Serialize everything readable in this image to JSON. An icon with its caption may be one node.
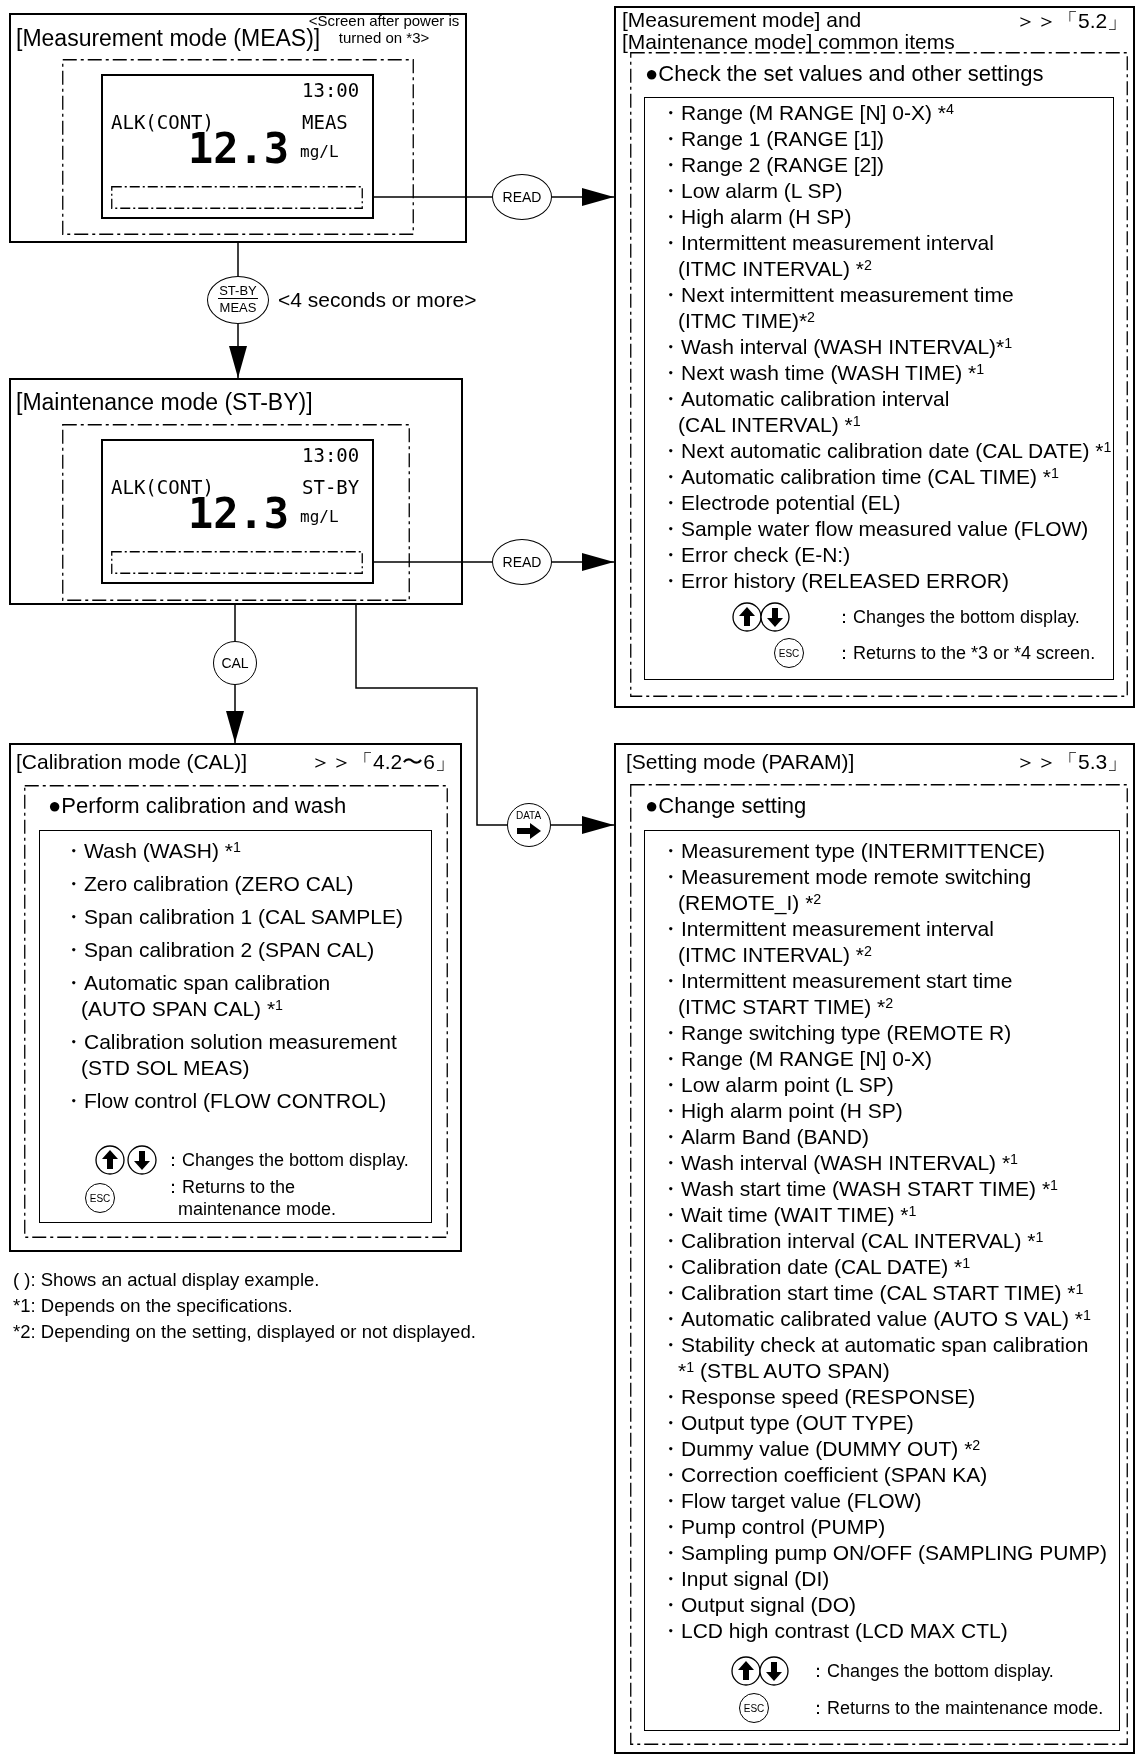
{
  "diagram": {
    "nodes": [
      {
        "text": [
          "[Measurement mode (MEAS)]",
          "<Screen after power is turned on *3>"
        ]
      },
      {
        "text": [
          "13:00",
          "ALK(CONT)",
          "MEAS",
          "12.3",
          "mg/L"
        ],
        "in": 0
      },
      {
        "text": [],
        "shape": "box",
        "in": 1
      },
      {
        "text": [
          "READ"
        ]
      },
      {
        "text": [
          "ST-BY",
          "MEAS"
        ],
        "beside": [
          "<4 seconds or more>"
        ]
      },
      {
        "text": [
          "[Maintenance mode (ST-BY)]"
        ]
      },
      {
        "text": [
          "13:00",
          "ALK(CONT)",
          "ST-BY",
          "12.3",
          "mg/L"
        ],
        "in": 5
      },
      {
        "text": [],
        "shape": "box",
        "in": 6
      },
      {
        "text": [
          "READ"
        ]
      },
      {
        "text": [
          "[Measurement mode] and [Maintenance mode] common items",
          "＞＞「5.2」"
        ]
      },
      {
        "text": [
          "●Check the set values and other settings"
        ],
        "in": 9
      },
      {
        "text": [
          "・Range (M RANGE [N] 0-X) *$^{4}$",
          "・Range 1 (RANGE [1])",
          "・Range 2 (RANGE [2])",
          "・Low alarm (L SP)",
          "・High alarm (H SP)",
          "・Intermittent measurement interval (ITMC INTERVAL) *$^{2}$",
          "・Next intermittent measurement time (ITMC TIME)*$^{2}$",
          "・Wash interval (WASH INTERVAL)*$^{1}$",
          "・Next wash time (WASH TIME) *$^{1}$",
          "・Automatic calibration interval (CAL INTERVAL) *$^{1}$",
          "・Next automatic calibration date (CAL DATE) *$^{1}$",
          "・Automatic calibration time (CAL TIME) *$^{1}$",
          "・Electrode potential (EL)",
          "・Sample water flow measured value (FLOW)",
          "・Error check (E-N:)",
          "・Error history (RELEASED ERROR)",
          "：Changes the bottom display."
        ],
        "in": 10
      },
      {
        "text": [
          "ESC"
        ],
        "beside": [
          "：Returns to the *3 or *4 screen."
        ],
        "in": 11
      },
      {
        "text": [
          "CAL"
        ]
      },
      {
        "text": [
          "[Calibration mode (CAL)]",
          "＞＞「4.2〜6」"
        ]
      },
      {
        "text": [
          "●Perform calibration and wash"
        ],
        "in": 14
      },
      {
        "text": [
          "・Wash (WASH) *$^{1}$",
          "・Zero calibration (ZERO CAL)",
          "・Span calibration 1 (CAL SAMPLE)",
          "・Span calibration 2 (SPAN CAL)",
          "・Automatic span calibration (AUTO SPAN CAL) *$^{1}$",
          "・Calibration solution measurement (STD SOL MEAS)",
          "・Flow control (FLOW CONTROL)",
          "：Changes the bottom display."
        ],
        "in": 15
      },
      {
        "text": [
          "ESC"
        ],
        "beside": [
          "：Returns to the maintenance mode."
        ],
        "in": 16
      },
      {
        "text": [
          "DATA"
        ]
      },
      {
        "text": [
          "[Setting mode (PARAM)]",
          "＞＞「5.3」"
        ]
      },
      {
        "text": [
          "●Change setting"
        ],
        "in": 19
      },
      {
        "text": [
          "・Measurement type (INTERMITTENCE)",
          "・Measurement mode remote switching (REMOTE_I) *$^{2}$",
          "・Intermittent measurement interval (ITMC INTERVAL) *$^{2}$",
          "・Intermittent measurement start time (ITMC START TIME) *$^{2}$",
          "・Range switching type (REMOTE R)",
          "・Range (M RANGE [N] 0-X)",
          "・Low alarm point (L SP)",
          "・High alarm point (H SP)",
          "・Alarm Band (BAND)",
          "・Wash interval (WASH INTERVAL) *$^{1}$",
          "・Wash start time (WASH START TIME) *$^{1}$",
          "・Wait time (WAIT TIME) *$^{1}$",
          "・Calibration interval (CAL INTERVAL) *$^{1}$",
          "・Calibration date (CAL DATE) *$^{1}$",
          "・Calibration start time (CAL START TIME) *$^{1}$",
          "・Automatic calibrated value (AUTO S VAL) *$^{1}$",
          "・Stability check at automatic span calibration *$^{1}$ (STBL AUTO SPAN)",
          "・Response speed (RESPONSE)",
          "・Output type (OUT TYPE)",
          "・Dummy value (DUMMY OUT) *$^{2}$",
          "・Correction coefficient (SPAN KA)",
          "・Flow target value (FLOW)",
          "・Pump control (PUMP)",
          "・Sampling pump ON/OFF (SAMPLING PUMP)",
          "・Input signal (DI)",
          "・Output signal (DO)",
          "・LCD high contrast (LCD MAX CTL)",
          "：Changes the bottom display."
        ],
        "in": 20
      },
      {
        "text": [
          "ESC"
        ],
        "beside": [
          "：Returns to the maintenance mode."
        ],
        "in": 21
      }
    ],
    "edges": [
      {
        "from": 2,
        "to": 3,
        "arrow": "none"
      },
      {
        "from": 3,
        "to": 9,
        "arrow": "to"
      },
      {
        "from": 0,
        "to": 4,
        "arrow": "none"
      },
      {
        "from": 4,
        "to": 5,
        "arrow": "to"
      },
      {
        "from": 7,
        "to": 8,
        "arrow": "none"
      },
      {
        "from": 8,
        "to": 9,
        "arrow": "to"
      },
      {
        "from": 5,
        "to": 13,
        "arrow": "none"
      },
      {
        "from": 13,
        "to": 14,
        "arrow": "to"
      },
      {
        "from": 5,
        "to": 18,
        "arrow": "none"
      },
      {
        "from": 18,
        "to": 19,
        "arrow": "to"
      }
    ],
    "labels": [
      "( ): Shows an actual display example.",
      "*1: Depends on the specifications.",
      "*2: Depending on the setting, displayed or not displayed."
    ]
  }
}
